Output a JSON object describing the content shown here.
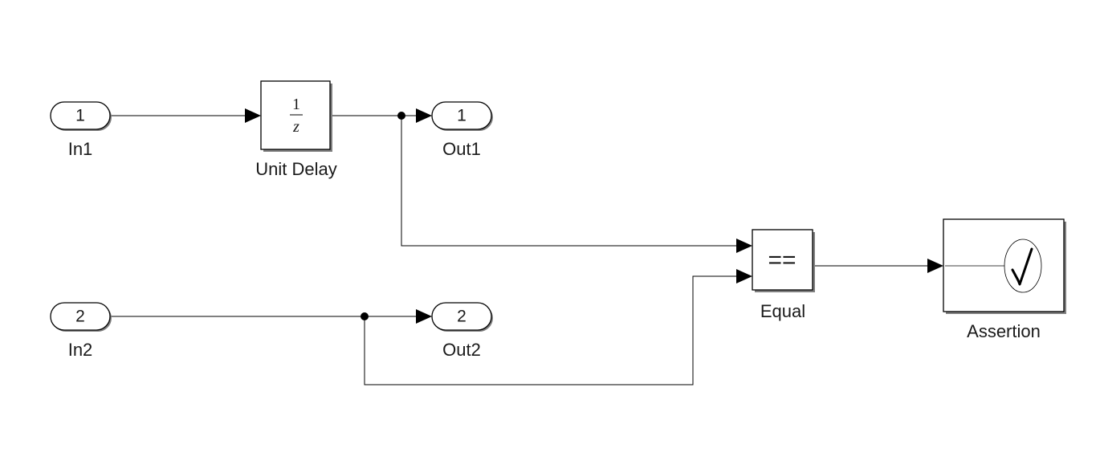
{
  "diagram": {
    "blocks": {
      "in1": {
        "port_number": "1",
        "label": "In1"
      },
      "in2": {
        "port_number": "2",
        "label": "In2"
      },
      "unit_delay": {
        "numerator": "1",
        "denominator": "z",
        "label": "Unit Delay"
      },
      "out1": {
        "port_number": "1",
        "label": "Out1"
      },
      "out2": {
        "port_number": "2",
        "label": "Out2"
      },
      "equal": {
        "operator": "==",
        "label": "Equal"
      },
      "assertion": {
        "label": "Assertion"
      }
    },
    "connections": [
      {
        "from": "In1",
        "to": "Unit Delay"
      },
      {
        "from": "Unit Delay",
        "to": "Out1"
      },
      {
        "from": "Unit Delay",
        "to": "Equal"
      },
      {
        "from": "In2",
        "to": "Out2"
      },
      {
        "from": "In2",
        "to": "Equal"
      },
      {
        "from": "Equal",
        "to": "Assertion"
      }
    ]
  }
}
